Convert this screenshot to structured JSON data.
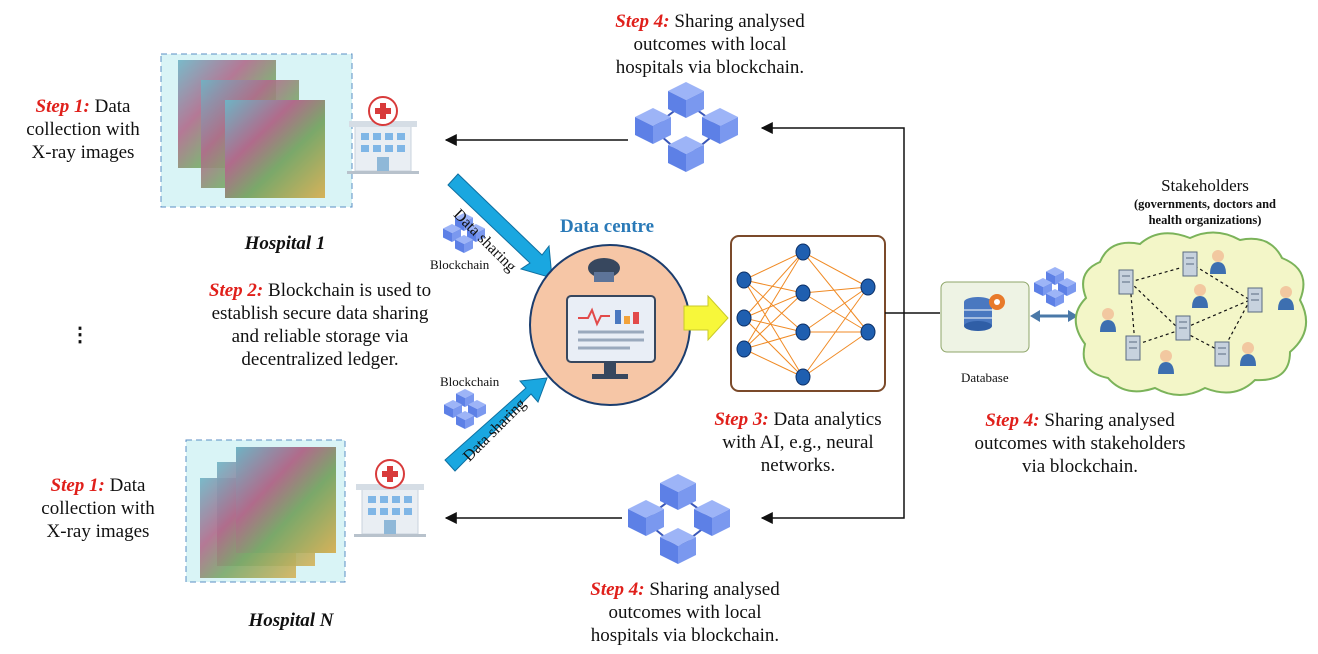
{
  "hospital1": {
    "step_label": "Step 1:",
    "step_text_1": "Data",
    "step_text_2": "collection with",
    "step_text_3": "X-ray images",
    "name": "Hospital 1"
  },
  "hospitalN": {
    "step_label": "Step 1:",
    "step_text_1": "Data",
    "step_text_2": "collection with",
    "step_text_3": "X-ray images",
    "name": "Hospital N"
  },
  "ellipsis": "⋮",
  "step2": {
    "label": "Step 2:",
    "line1": "Blockchain is used to",
    "line2": "establish secure data sharing",
    "line3": "and reliable storage via",
    "line4": "decentralized ledger."
  },
  "data_sharing_top": "Data sharing",
  "data_sharing_bottom": "Data sharing",
  "blockchain_top": "Blockchain",
  "blockchain_bottom": "Blockchain",
  "data_centre": "Data centre",
  "step3": {
    "label": "Step 3:",
    "line1": "Data analytics",
    "line2": "with AI, e.g., neural",
    "line3": "networks."
  },
  "step4_top": {
    "label": "Step 4:",
    "line1": "Sharing analysed",
    "line2": "outcomes with local",
    "line3": "hospitals via blockchain."
  },
  "step4_bottom": {
    "label": "Step 4:",
    "line1": "Sharing analysed",
    "line2": "outcomes with local",
    "line3": "hospitals via blockchain."
  },
  "step4_right": {
    "label": "Step 4:",
    "line1": "Sharing analysed",
    "line2": "outcomes with stakeholders",
    "line3": "via blockchain."
  },
  "database": "Database",
  "stakeholders": {
    "title": "Stakeholders",
    "sub1": "(governments, doctors and",
    "sub2": "health organizations)"
  },
  "colors": {
    "step_red": "#e0201b",
    "arrow_blue": "#1aa7e0",
    "cube_blue": "#6b8ff0",
    "data_centre_blue": "#2a7ab8",
    "orange_lines": "#f08a24",
    "circle_fill": "#f6c6a6",
    "cloud_fill": "#f3f6c8"
  }
}
